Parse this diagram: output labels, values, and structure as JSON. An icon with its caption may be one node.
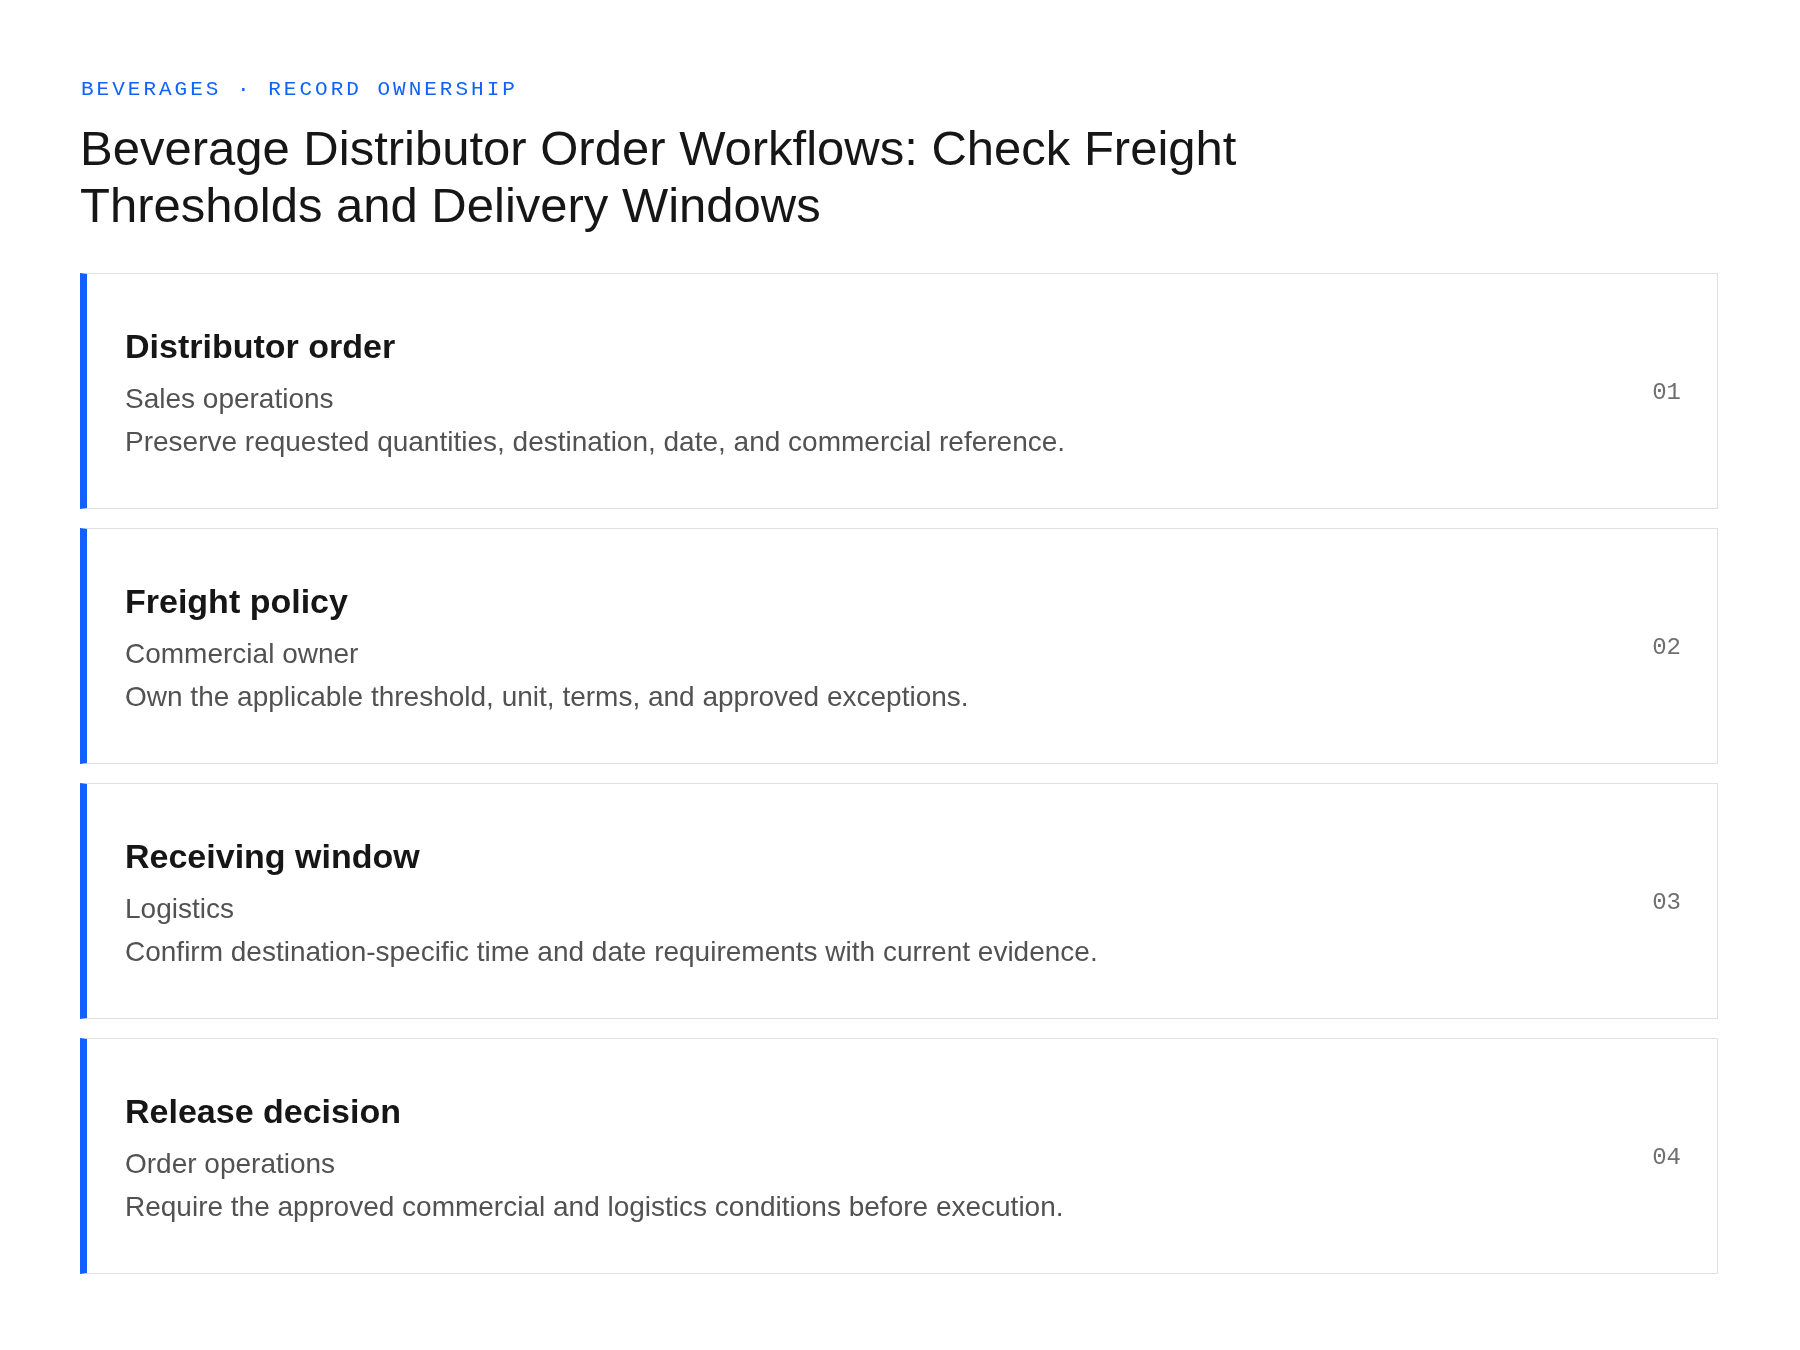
{
  "diagram": {
    "title": "Beverage Distributor Order Workflows: Check Freight Thresholds and Delivery Windows",
    "nodes": [
      {
        "text": [
          "Distributor order",
          "Sales operations",
          "Preserve requested quantities, destination, date, and commercial reference.",
          "01"
        ]
      },
      {
        "text": [
          "Freight policy",
          "Commercial owner",
          "Own the applicable threshold, unit, terms, and approved exceptions.",
          "02"
        ]
      },
      {
        "text": [
          "Receiving window",
          "Logistics",
          "Confirm destination-specific time and date requirements with current evidence.",
          "03"
        ]
      },
      {
        "text": [
          "Release decision",
          "Order operations",
          "Require the approved commercial and logistics conditions before execution.",
          "04"
        ]
      }
    ],
    "labels": [
      "BEVERAGES · RECORD OWNERSHIP"
    ]
  }
}
